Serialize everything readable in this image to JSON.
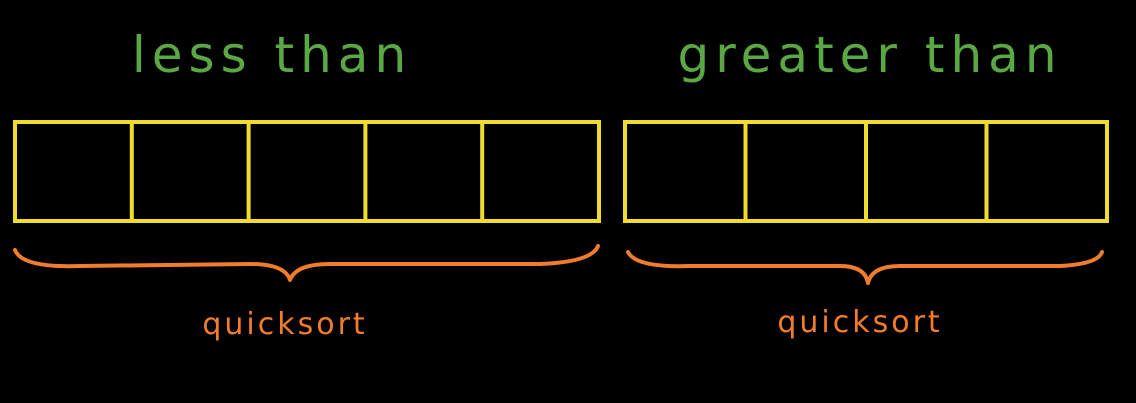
{
  "diagram": {
    "partitions": [
      {
        "label": "less than",
        "cells": 5,
        "operation": "quicksort"
      },
      {
        "label": "greater than",
        "cells": 4,
        "operation": "quicksort"
      }
    ],
    "colors": {
      "background": "#000000",
      "label": "#5aa844",
      "array_border": "#f0dc2c",
      "brace": "#f07c2c",
      "operation": "#f07c2c"
    }
  }
}
